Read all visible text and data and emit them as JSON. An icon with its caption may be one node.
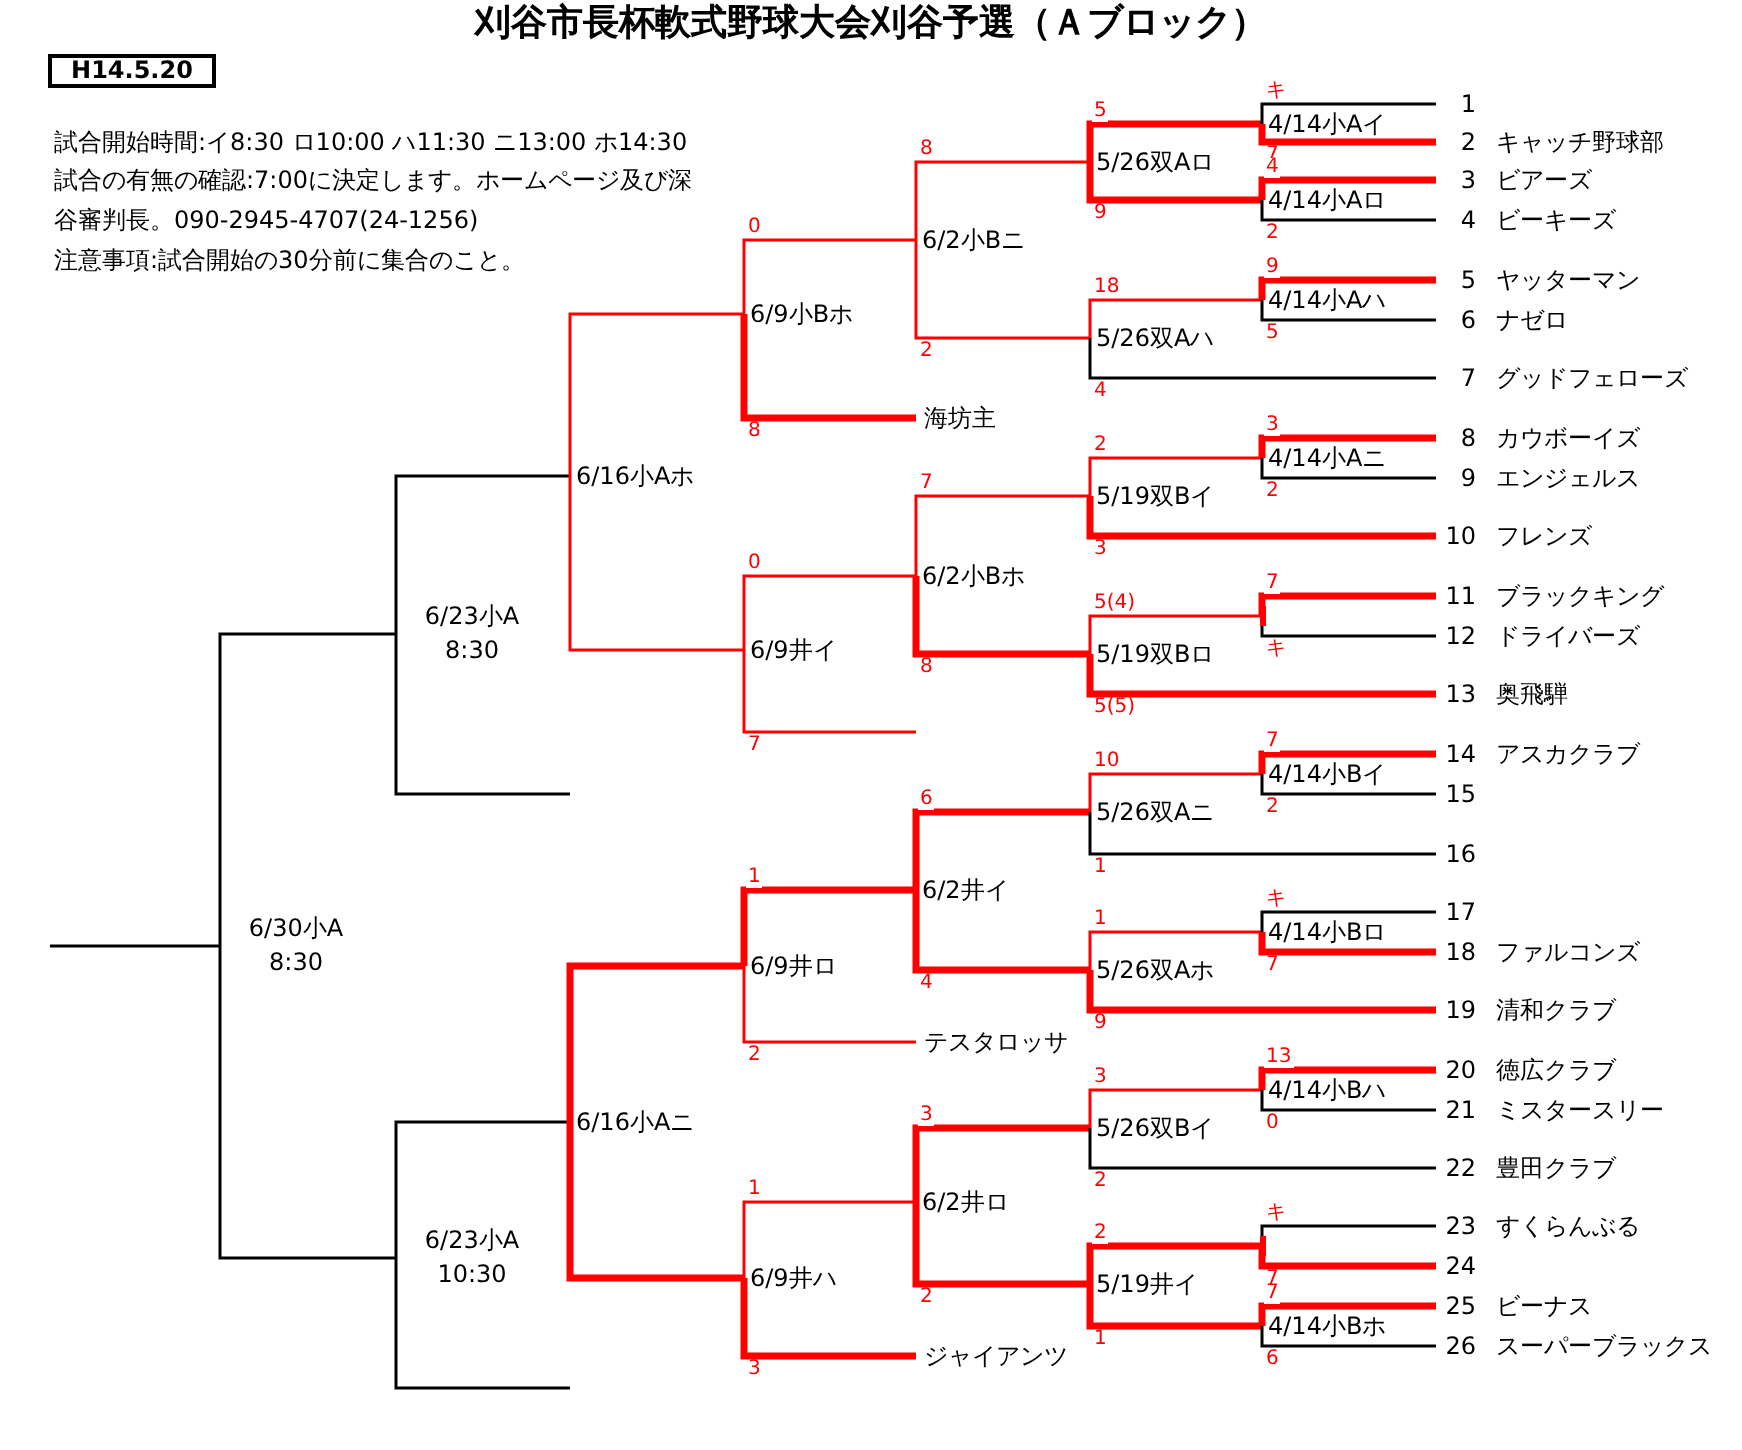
{
  "diagram": {
    "title": "刈谷市長杯軟式野球大会刈谷予選（Ａブロック）",
    "nodes": [
      {
        "text": [
          "H14.5.20"
        ]
      },
      {
        "text": [
          "6/30小A 8:30"
        ]
      },
      {
        "text": [
          "6/23小A 8:30"
        ]
      },
      {
        "text": [
          "6/16小Aホ"
        ]
      },
      {
        "text": [
          "6/9小Bホ"
        ]
      },
      {
        "text": [
          "6/2小Bニ"
        ]
      },
      {
        "text": [
          "5/26双Aロ"
        ]
      },
      {
        "text": [
          "4/14小Aイ"
        ]
      },
      {
        "text": [
          "1"
        ]
      },
      {
        "text": [
          "2",
          "キャッチ野球部"
        ]
      },
      {
        "text": [
          "4/14小Aロ"
        ]
      },
      {
        "text": [
          "3",
          "ビアーズ"
        ]
      },
      {
        "text": [
          "4",
          "ビーキーズ"
        ]
      },
      {
        "text": [
          "5/26双Aハ"
        ]
      },
      {
        "text": [
          "4/14小Aハ"
        ]
      },
      {
        "text": [
          "5",
          "ヤッターマン"
        ]
      },
      {
        "text": [
          "6",
          "ナゼロ"
        ]
      },
      {
        "text": [
          "7",
          "グッドフェローズ"
        ]
      },
      {
        "text": [
          "海坊主"
        ]
      },
      {
        "text": [
          "6/9井イ"
        ]
      },
      {
        "text": [
          "6/2小Bホ"
        ]
      },
      {
        "text": [
          "5/19双Bイ"
        ]
      },
      {
        "text": [
          "4/14小Aニ"
        ]
      },
      {
        "text": [
          "8",
          "カウボーイズ"
        ]
      },
      {
        "text": [
          "9",
          "エンジェルス"
        ]
      },
      {
        "text": [
          "10",
          "フレンズ"
        ]
      },
      {
        "text": [
          "5/19双Bロ"
        ]
      },
      {
        "text": [],
        "shape": "bar"
      },
      {
        "text": [
          "11",
          "ブラックキング"
        ]
      },
      {
        "text": [
          "12",
          "ドライバーズ"
        ]
      },
      {
        "text": [
          "13",
          "奥飛騨"
        ]
      },
      {
        "text": [
          "6/23小A 10:30"
        ]
      },
      {
        "text": [
          "6/16小Aニ"
        ]
      },
      {
        "text": [
          "6/9井ロ"
        ]
      },
      {
        "text": [
          "6/2井イ"
        ]
      },
      {
        "text": [
          "5/26双Aニ"
        ]
      },
      {
        "text": [
          "4/14小Bイ"
        ]
      },
      {
        "text": [
          "14",
          "アスカクラブ"
        ]
      },
      {
        "text": [
          "15"
        ]
      },
      {
        "text": [
          "16"
        ]
      },
      {
        "text": [
          "5/26双Aホ"
        ]
      },
      {
        "text": [
          "4/14小Bロ"
        ]
      },
      {
        "text": [
          "17"
        ]
      },
      {
        "text": [
          "18",
          "ファルコンズ"
        ]
      },
      {
        "text": [
          "19",
          "清和クラブ"
        ]
      },
      {
        "text": [
          "テスタロッサ"
        ]
      },
      {
        "text": [
          "6/9井ハ"
        ]
      },
      {
        "text": [
          "6/2井ロ"
        ]
      },
      {
        "text": [
          "5/26双Bイ"
        ]
      },
      {
        "text": [
          "4/14小Bハ"
        ]
      },
      {
        "text": [
          "20",
          "徳広クラブ"
        ]
      },
      {
        "text": [
          "21",
          "ミスタースリー"
        ]
      },
      {
        "text": [
          "22",
          "豊田クラブ"
        ]
      },
      {
        "text": [
          "5/19井イ"
        ]
      },
      {
        "text": [],
        "shape": "bar"
      },
      {
        "text": [
          "23",
          "すくらんぶる"
        ]
      },
      {
        "text": [
          "24"
        ]
      },
      {
        "text": [
          "4/14小Bホ"
        ]
      },
      {
        "text": [
          "25",
          "ビーナス"
        ]
      },
      {
        "text": [
          "26",
          "スーパーブラックス"
        ]
      },
      {
        "text": [
          "ジャイアンツ"
        ]
      }
    ],
    "edges": [
      {
        "from": 1,
        "to": null,
        "arrow": "none",
        "color": "#000000"
      },
      {
        "from": 2,
        "to": 1,
        "arrow": "none",
        "color": "#000000"
      },
      {
        "from": 31,
        "to": 1,
        "arrow": "none",
        "color": "#000000"
      },
      {
        "from": 3,
        "to": 2,
        "arrow": "none",
        "color": "#000000"
      },
      {
        "from": null,
        "to": 2,
        "arrow": "none",
        "color": "#000000"
      },
      {
        "from": 4,
        "to": 3,
        "arrow": "none"
      },
      {
        "from": 19,
        "to": 3,
        "arrow": "none"
      },
      {
        "from": 5,
        "to": 4,
        "arrow": "none",
        "label": "0"
      },
      {
        "from": 18,
        "to": 4,
        "arrow": "none",
        "label": "8",
        "style": "thick"
      },
      {
        "from": 6,
        "to": 5,
        "arrow": "none",
        "label": "8"
      },
      {
        "from": 13,
        "to": 5,
        "arrow": "none",
        "label": "2"
      },
      {
        "from": 7,
        "to": 6,
        "arrow": "none",
        "label": "5",
        "style": "thick"
      },
      {
        "from": 10,
        "to": 6,
        "arrow": "none",
        "label": "9",
        "style": "thick"
      },
      {
        "from": 8,
        "to": 7,
        "arrow": "none",
        "label": "キ",
        "color": "#000000"
      },
      {
        "from": 9,
        "to": 7,
        "arrow": "none",
        "label": "7",
        "style": "thick"
      },
      {
        "from": 11,
        "to": 10,
        "arrow": "none",
        "label": "4",
        "style": "thick"
      },
      {
        "from": 12,
        "to": 10,
        "arrow": "none",
        "label": "2",
        "color": "#000000"
      },
      {
        "from": 14,
        "to": 13,
        "arrow": "none",
        "label": "18"
      },
      {
        "from": 17,
        "to": 13,
        "arrow": "none",
        "label": "4",
        "color": "#000000"
      },
      {
        "from": 15,
        "to": 14,
        "arrow": "none",
        "label": "9",
        "style": "thick"
      },
      {
        "from": 16,
        "to": 14,
        "arrow": "none",
        "label": "5",
        "color": "#000000"
      },
      {
        "from": 20,
        "to": 19,
        "arrow": "none",
        "label": "0"
      },
      {
        "from": null,
        "to": 19,
        "arrow": "none",
        "label": "7"
      },
      {
        "from": 21,
        "to": 20,
        "arrow": "none",
        "label": "7"
      },
      {
        "from": 26,
        "to": 20,
        "arrow": "none",
        "label": "8",
        "style": "thick"
      },
      {
        "from": 22,
        "to": 21,
        "arrow": "none",
        "label": "2"
      },
      {
        "from": 25,
        "to": 21,
        "arrow": "none",
        "label": "3",
        "style": "thick"
      },
      {
        "from": 23,
        "to": 22,
        "arrow": "none",
        "label": "3",
        "style": "thick"
      },
      {
        "from": 24,
        "to": 22,
        "arrow": "none",
        "label": "2",
        "color": "#000000"
      },
      {
        "from": 27,
        "to": 26,
        "arrow": "none",
        "label": "5(4)"
      },
      {
        "from": 30,
        "to": 26,
        "arrow": "none",
        "label": "5(5)",
        "style": "thick"
      },
      {
        "from": 28,
        "to": 27,
        "arrow": "none",
        "label": "7",
        "style": "thick"
      },
      {
        "from": 29,
        "to": 27,
        "arrow": "none",
        "label": "キ",
        "color": "#000000"
      },
      {
        "from": 32,
        "to": 31,
        "arrow": "none",
        "color": "#000000"
      },
      {
        "from": null,
        "to": 31,
        "arrow": "none",
        "color": "#000000"
      },
      {
        "from": 33,
        "to": 32,
        "arrow": "none",
        "style": "thick"
      },
      {
        "from": 46,
        "to": 32,
        "arrow": "none",
        "style": "thick"
      },
      {
        "from": 34,
        "to": 33,
        "arrow": "none",
        "label": "1",
        "style": "thick"
      },
      {
        "from": 45,
        "to": 33,
        "arrow": "none",
        "label": "2"
      },
      {
        "from": 35,
        "to": 34,
        "arrow": "none",
        "label": "6",
        "style": "thick"
      },
      {
        "from": 40,
        "to": 34,
        "arrow": "none",
        "label": "4",
        "style": "thick"
      },
      {
        "from": 36,
        "to": 35,
        "arrow": "none",
        "label": "10"
      },
      {
        "from": 39,
        "to": 35,
        "arrow": "none",
        "label": "1",
        "color": "#000000"
      },
      {
        "from": 37,
        "to": 36,
        "arrow": "none",
        "label": "7",
        "style": "thick"
      },
      {
        "from": 38,
        "to": 36,
        "arrow": "none",
        "label": "2",
        "color": "#000000"
      },
      {
        "from": 41,
        "to": 40,
        "arrow": "none",
        "label": "1"
      },
      {
        "from": 44,
        "to": 40,
        "arrow": "none",
        "label": "9",
        "style": "thick"
      },
      {
        "from": 42,
        "to": 41,
        "arrow": "none",
        "label": "キ",
        "color": "#000000"
      },
      {
        "from": 43,
        "to": 41,
        "arrow": "none",
        "label": "7",
        "style": "thick"
      },
      {
        "from": 47,
        "to": 46,
        "arrow": "none",
        "label": "1"
      },
      {
        "from": 60,
        "to": 46,
        "arrow": "none",
        "label": "3",
        "style": "thick"
      },
      {
        "from": 48,
        "to": 47,
        "arrow": "none",
        "label": "3",
        "style": "thick"
      },
      {
        "from": 53,
        "to": 47,
        "arrow": "none",
        "label": "2",
        "style": "thick"
      },
      {
        "from": 49,
        "to": 48,
        "arrow": "none",
        "label": "3"
      },
      {
        "from": 52,
        "to": 48,
        "arrow": "none",
        "label": "2",
        "color": "#000000"
      },
      {
        "from": 50,
        "to": 49,
        "arrow": "none",
        "label": "13",
        "style": "thick"
      },
      {
        "from": 51,
        "to": 49,
        "arrow": "none",
        "label": "0",
        "color": "#000000"
      },
      {
        "from": 54,
        "to": 53,
        "arrow": "none",
        "label": "2",
        "style": "thick"
      },
      {
        "from": 57,
        "to": 53,
        "arrow": "none",
        "label": "1",
        "style": "thick"
      },
      {
        "from": 55,
        "to": 54,
        "arrow": "none",
        "label": "キ",
        "color": "#000000"
      },
      {
        "from": 56,
        "to": 54,
        "arrow": "none",
        "label": "7",
        "style": "thick"
      },
      {
        "from": 58,
        "to": 57,
        "arrow": "none",
        "label": "7",
        "style": "thick"
      },
      {
        "from": 59,
        "to": 57,
        "arrow": "none",
        "label": "6",
        "color": "#000000"
      }
    ],
    "labels": [
      "試合開始時間:イ8:30 ロ10:00 ハ11:30 ニ13:00 ホ14:30",
      "試合の有無の確認:7:00に決定します。ホームページ及び深谷審判長。090-2945-4707(24-1256)",
      "注意事項:試合開始の30分前に集合のこと。"
    ]
  }
}
